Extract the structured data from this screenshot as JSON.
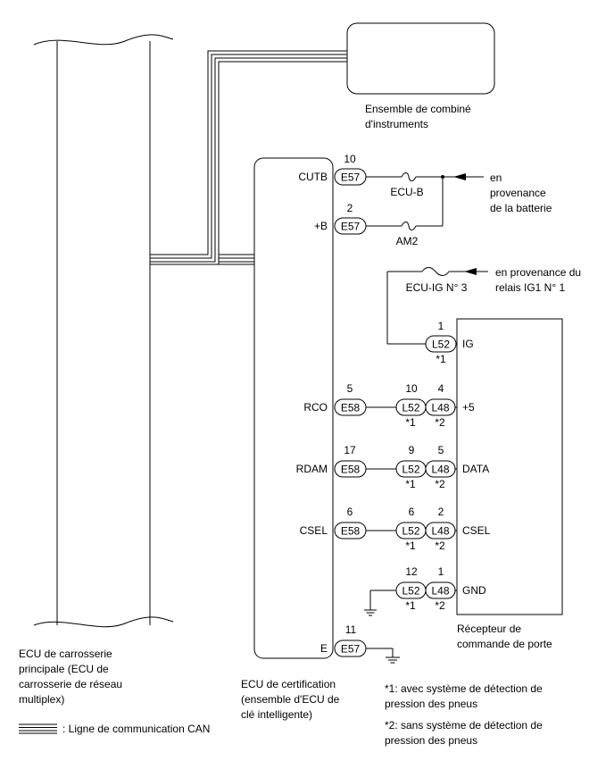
{
  "body_ecu": {
    "label_lines": [
      "ECU de carrosserie",
      "principale (ECU de",
      "carrosserie de réseau",
      "multiplex)"
    ]
  },
  "combination_meter": {
    "label_lines": [
      "Ensemble de combiné",
      "d'instruments"
    ]
  },
  "certification_ecu": {
    "label_lines": [
      "ECU de certification",
      "(ensemble d'ECU de",
      "clé intelligente)"
    ],
    "pins": [
      {
        "name": "CUTB",
        "pin": "10",
        "connector": "E57"
      },
      {
        "name": "+B",
        "pin": "2",
        "connector": "E57"
      },
      {
        "name": "RCO",
        "pin": "5",
        "connector": "E58"
      },
      {
        "name": "RDAM",
        "pin": "17",
        "connector": "E58"
      },
      {
        "name": "CSEL",
        "pin": "6",
        "connector": "E58"
      },
      {
        "name": "E",
        "pin": "11",
        "connector": "E57"
      }
    ]
  },
  "fuses": {
    "ecu_b": "ECU-B",
    "am2": "AM2",
    "ecu_ig": "ECU-IG N° 3"
  },
  "battery_source": [
    "en",
    "provenance",
    "de la batterie"
  ],
  "relay_source": [
    "en provenance du",
    "relais IG1 N° 1"
  ],
  "receiver": {
    "label_lines": [
      "Récepteur de",
      "commande de porte"
    ],
    "terminals": [
      {
        "name": "IG",
        "l52_pin": "1",
        "l52": "L52",
        "l52_note": "*1",
        "l48_pin": "",
        "l48": "",
        "l48_note": ""
      },
      {
        "name": "+5",
        "l52_pin": "10",
        "l52": "L52",
        "l52_note": "*1",
        "l48_pin": "4",
        "l48": "L48",
        "l48_note": "*2"
      },
      {
        "name": "DATA",
        "l52_pin": "9",
        "l52": "L52",
        "l52_note": "*1",
        "l48_pin": "5",
        "l48": "L48",
        "l48_note": "*2"
      },
      {
        "name": "CSEL",
        "l52_pin": "6",
        "l52": "L52",
        "l52_note": "*1",
        "l48_pin": "2",
        "l48": "L48",
        "l48_note": "*2"
      },
      {
        "name": "GND",
        "l52_pin": "12",
        "l52": "L52",
        "l52_note": "*1",
        "l48_pin": "1",
        "l48": "L48",
        "l48_note": "*2"
      }
    ]
  },
  "notes": [
    [
      "*1: avec système de détection de",
      "pression des pneus"
    ],
    [
      "*2: sans système de détection de",
      "pression des pneus"
    ]
  ],
  "legend": ": Ligne de communication CAN"
}
